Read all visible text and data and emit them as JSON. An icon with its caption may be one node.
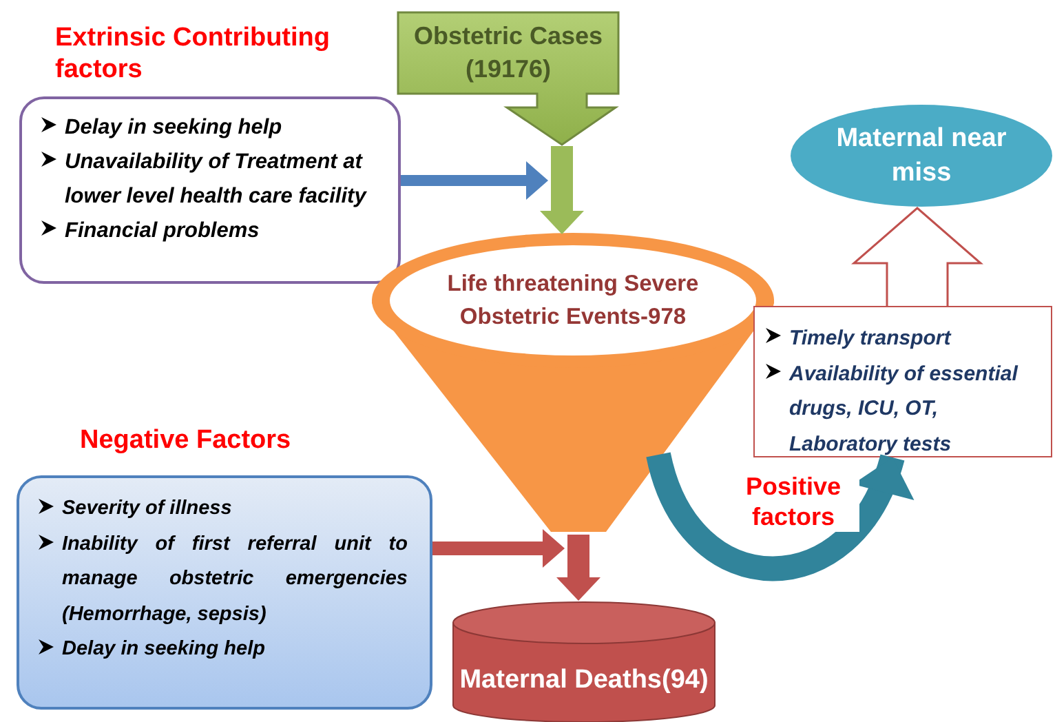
{
  "diagram": {
    "nodes": [
      {
        "text": [
          "Obstetric Cases (19176)"
        ]
      },
      {
        "text": [
          "Extrinsic Contributing factors",
          "Delay in seeking help",
          "Unavailability of Treatment at lower level health care facility",
          "Financial problems"
        ]
      },
      {
        "text": [
          "Life threatening Severe Obstetric Events-978"
        ]
      },
      {
        "text": [
          "Maternal near miss"
        ]
      },
      {
        "text": [
          "Timely transport",
          "Availability of essential drugs, ICU, OT, Laboratory tests"
        ]
      },
      {
        "text": [
          "Negative Factors",
          "Severity of illness",
          "Inability of first referral unit to manage obstetric emergencies (Hemorrhage, sepsis)",
          "Delay in seeking help"
        ]
      },
      {
        "text": [
          "Maternal Deaths(94)"
        ]
      }
    ],
    "edges": [
      {
        "from": 0,
        "to": 2,
        "arrow": "to",
        "color": "#9bbb59"
      },
      {
        "from": 1,
        "to": 0,
        "arrow": "to",
        "color": "#4f81bd"
      },
      {
        "from": 2,
        "to": 6,
        "arrow": "to",
        "color": "#c0504d"
      },
      {
        "from": 5,
        "to": 6,
        "arrow": "to",
        "color": "#c0504d"
      },
      {
        "from": 2,
        "to": 4,
        "arrow": "to",
        "label": "Positive factors",
        "color": "#31849b"
      },
      {
        "from": 4,
        "to": 3,
        "arrow": "to"
      }
    ]
  }
}
